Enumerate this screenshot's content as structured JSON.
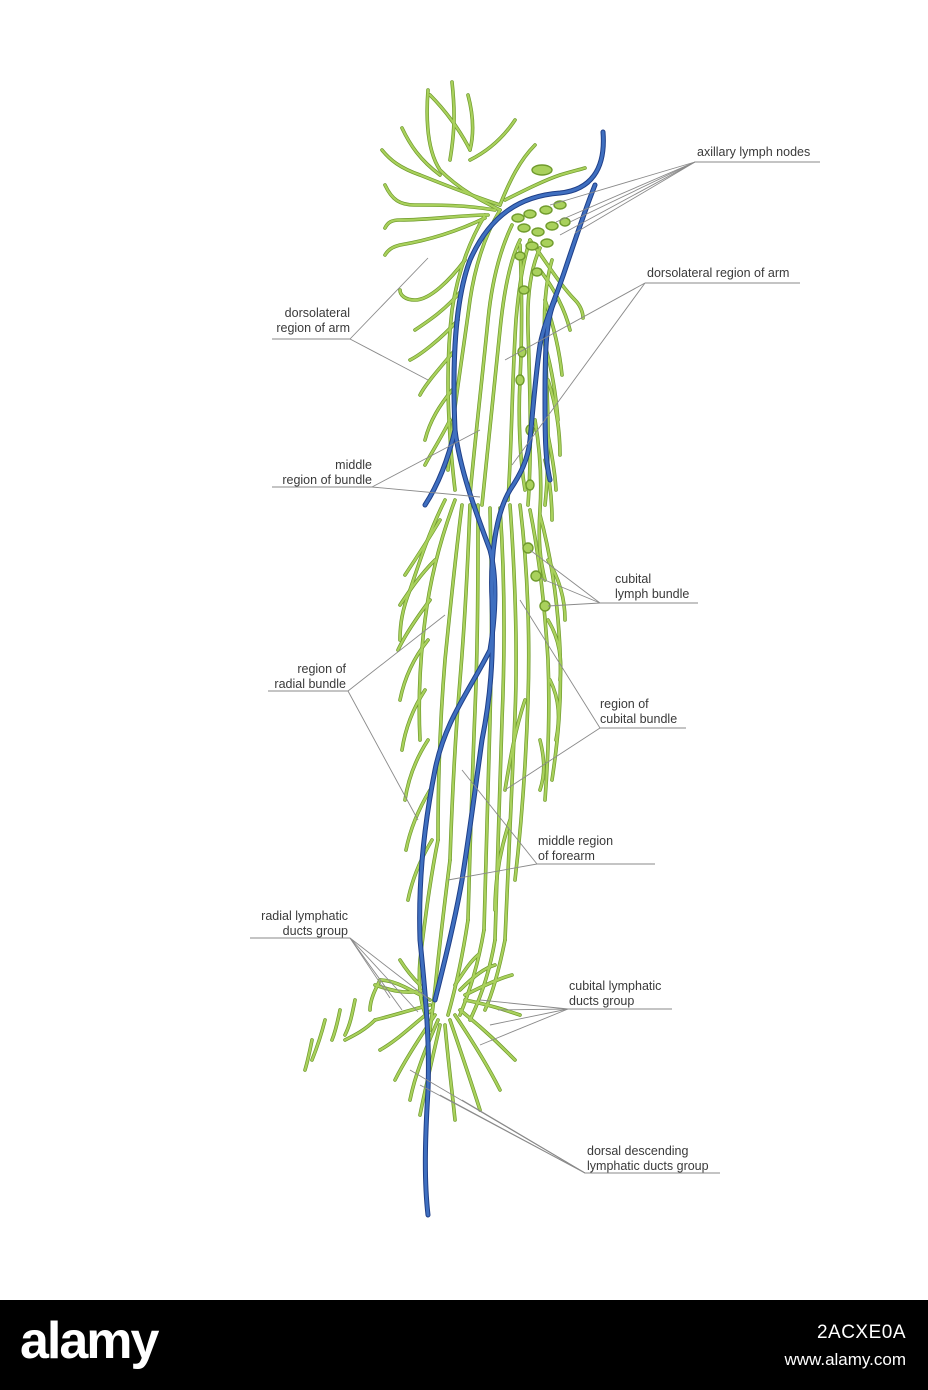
{
  "diagram": {
    "labels": {
      "axillary_lymph_nodes": "axillary lymph nodes",
      "dorsolateral_region_arm_right": "dorsolateral region of arm",
      "dorsolateral_region_arm_left_1": "dorsolateral",
      "dorsolateral_region_arm_left_2": "region of arm",
      "middle_region_bundle_1": "middle",
      "middle_region_bundle_2": "region of bundle",
      "cubital_lymph_bundle_1": "cubital",
      "cubital_lymph_bundle_2": "lymph bundle",
      "region_radial_bundle_1": "region of",
      "region_radial_bundle_2": "radial bundle",
      "region_cubital_bundle_1": "region of",
      "region_cubital_bundle_2": "cubital bundle",
      "middle_region_forearm_1": "middle region",
      "middle_region_forearm_2": "of forearm",
      "radial_lymphatic_ducts_1": "radial lymphatic",
      "radial_lymphatic_ducts_2": "ducts group",
      "cubital_lymphatic_ducts_1": "cubital lymphatic",
      "cubital_lymphatic_ducts_2": "ducts group",
      "dorsal_descending_1": "dorsal descending",
      "dorsal_descending_2": "lymphatic ducts group"
    },
    "colors": {
      "lymph_vessel": "#a9d15c",
      "lymph_vessel_edge": "#6f9a2c",
      "vein": "#3f6fc0",
      "vein_edge": "#1f3f88",
      "leader_line": "#8a8a8a"
    }
  },
  "watermark": {
    "logo": "alamy",
    "image_id": "2ACXE0A",
    "url": "www.alamy.com"
  }
}
